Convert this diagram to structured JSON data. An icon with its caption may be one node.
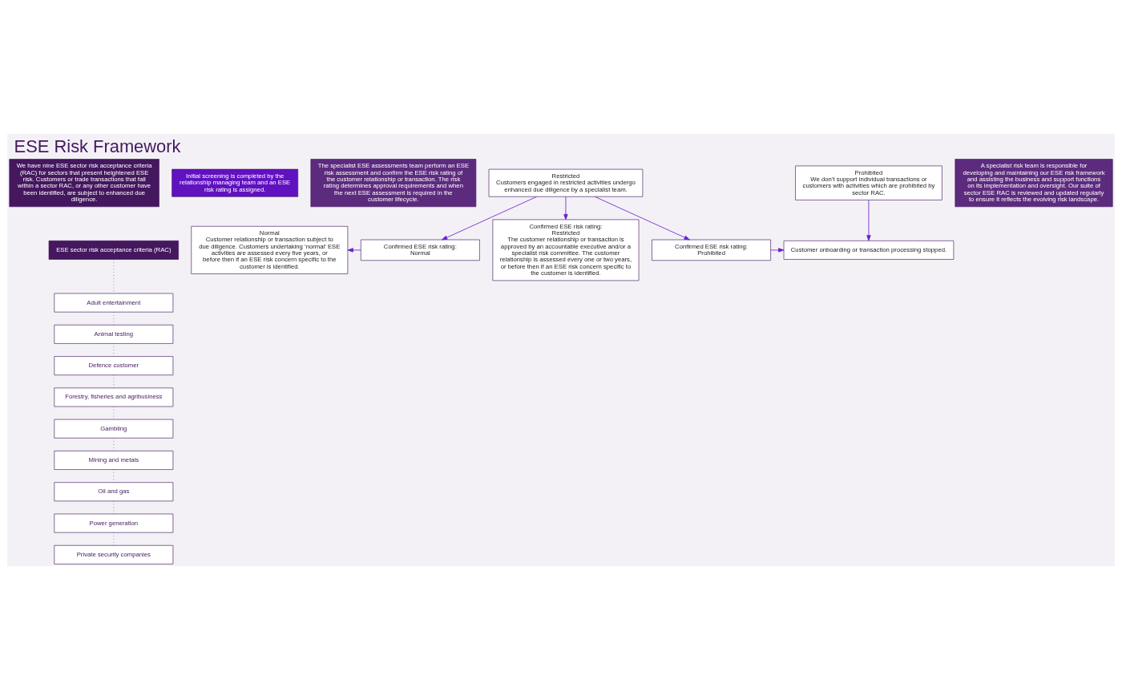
{
  "diagram": {
    "title": "ESE Risk Framework",
    "nodes": [
      {
        "text": [
          "We have nine ESE sector risk acceptance criteria (RAC) for sectors that present heightened ESE risk. Customers or trade transactions that fall within a sector RAC, or any other customer have been identified, are subject to enhanced due diligence."
        ]
      },
      {
        "text": [
          "Initial screening is completed by the relationship managing team and an ESE risk rating is assigned."
        ]
      },
      {
        "text": [
          "The specialist ESE assessments team perform an ESE risk assessment and confirm the ESE risk rating of the customer relationship or transaction. The risk rating determines approval requirements and when the next ESE assessment is required in the customer lifecycle."
        ]
      },
      {
        "text": [
          "ESE sector risk acceptance criteria (RAC)"
        ]
      },
      {
        "text": [
          "Adult entertainment"
        ]
      },
      {
        "text": [
          "Animal testing"
        ]
      },
      {
        "text": [
          "Defence customer"
        ]
      },
      {
        "text": [
          "Forestry, fisheries and agribusiness"
        ]
      },
      {
        "text": [
          "Gambling"
        ]
      },
      {
        "text": [
          "Mining and metals"
        ]
      },
      {
        "text": [
          "Oil and gas"
        ]
      },
      {
        "text": [
          "Power generation"
        ]
      },
      {
        "text": [
          "Private security companies"
        ]
      },
      {
        "text": [
          "Normal",
          "Customer relationship or transaction subject to due diligence. Customers undertaking ‘normal’ ESE activities are assessed every five years, or before then if an ESE risk concern specific to the customer is identified."
        ]
      },
      {
        "text": [
          "Restricted",
          "Customers engaged in restricted activities undergo enhanced due diligence by a specialist team."
        ]
      },
      {
        "text": [
          "Prohibited",
          "We don’t support individual transactions or customers with activities which are prohibited by sector RAC."
        ]
      },
      {
        "text": [
          "Customer onboarding or transaction processing stopped."
        ]
      },
      {
        "text": [
          "Confirmed ESE risk rating:",
          "Normal"
        ]
      },
      {
        "text": [
          "Confirmed ESE risk rating:",
          "Restricted",
          "The customer relationship or transaction is approved by an accountable executive and/or a specialist risk committee. The customer relationship is assessed every one or two years, or before then if an ESE risk concern specific to the customer is identified."
        ]
      },
      {
        "text": [
          "Confirmed ESE risk rating:",
          "Prohibited"
        ]
      },
      {
        "text": [
          "A specialist risk team is responsible for developing and maintaining our ESE risk framework and assisting the business and support functions on its implementation and oversight. Our suite of sector ESE RAC is reviewed and updated regularly to ensure it reflects the evolving risk landscape."
        ]
      }
    ],
    "edges": [
      {
        "from": 3,
        "to": 4,
        "arrow": "none",
        "style": "dashed"
      },
      {
        "from": 4,
        "to": 5,
        "arrow": "none",
        "style": "dashed"
      },
      {
        "from": 5,
        "to": 6,
        "arrow": "none",
        "style": "dashed"
      },
      {
        "from": 6,
        "to": 7,
        "arrow": "none",
        "style": "dashed"
      },
      {
        "from": 7,
        "to": 8,
        "arrow": "none",
        "style": "dashed"
      },
      {
        "from": 8,
        "to": 9,
        "arrow": "none",
        "style": "dashed"
      },
      {
        "from": 9,
        "to": 10,
        "arrow": "none",
        "style": "dashed"
      },
      {
        "from": 10,
        "to": 11,
        "arrow": "none",
        "style": "dashed"
      },
      {
        "from": 11,
        "to": 12,
        "arrow": "none",
        "style": "dashed"
      },
      {
        "from": 17,
        "to": 13,
        "arrow": "to"
      },
      {
        "from": 14,
        "to": 17,
        "arrow": "to"
      },
      {
        "from": 14,
        "to": 18,
        "arrow": "to"
      },
      {
        "from": 14,
        "to": 19,
        "arrow": "to"
      },
      {
        "from": 15,
        "to": 16,
        "arrow": "to"
      },
      {
        "from": 19,
        "to": 16,
        "arrow": "to"
      }
    ]
  }
}
